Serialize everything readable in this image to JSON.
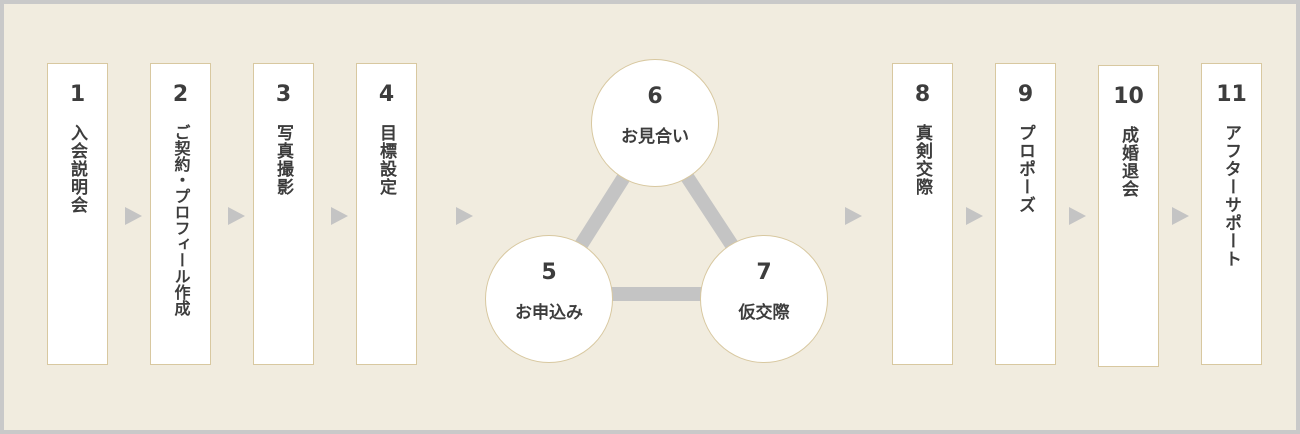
{
  "flow": {
    "steps": [
      {
        "num": "1",
        "label": "入会説明会"
      },
      {
        "num": "2",
        "label": "ご契約・プロフィール作成"
      },
      {
        "num": "3",
        "label": "写真撮影"
      },
      {
        "num": "4",
        "label": "目標設定"
      },
      {
        "num": "8",
        "label": "真剣交際"
      },
      {
        "num": "9",
        "label": "プロポーズ"
      },
      {
        "num": "10",
        "label": "成婚退会"
      },
      {
        "num": "11",
        "label": "アフターサポート"
      }
    ],
    "cycle": [
      {
        "num": "6",
        "label": "お見合い"
      },
      {
        "num": "5",
        "label": "お申込み"
      },
      {
        "num": "7",
        "label": "仮交際"
      }
    ]
  },
  "colors": {
    "background": "#f1ecdf",
    "card": "#ffffff",
    "border": "#d8c8a0",
    "arrow": "#c4c4c4",
    "ring": "#c4c4c4",
    "text": "#3d3d3d"
  }
}
